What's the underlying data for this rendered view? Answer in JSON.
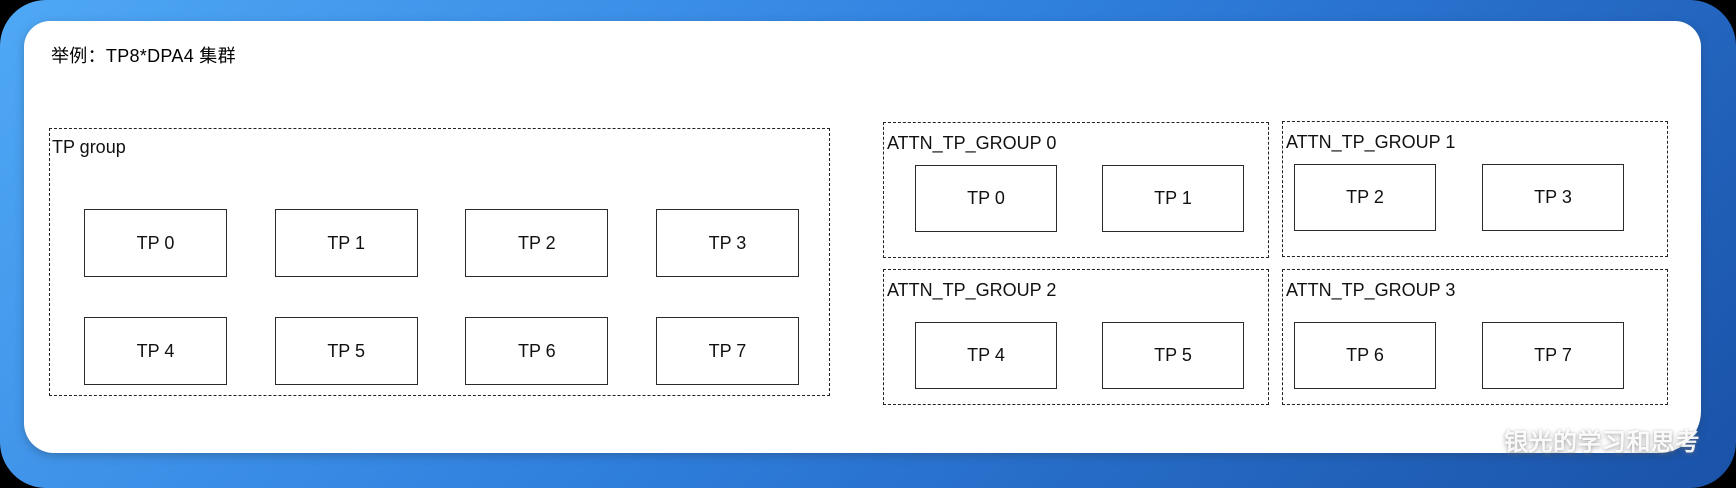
{
  "title": "举例：TP8*DPA4 集群",
  "watermark": "银光的学习和思考",
  "colors": {
    "frame_gradient_start": "#4fa8f5",
    "frame_gradient_mid": "#2f7fdd",
    "frame_gradient_end": "#1a52a8",
    "card_bg": "#ffffff",
    "box_border": "#2b2b2b",
    "dashed_border": "#222222",
    "text": "#111111"
  },
  "tp_group": {
    "label": "TP group",
    "rows": [
      [
        "TP 0",
        "TP 1",
        "TP 2",
        "TP 3"
      ],
      [
        "TP 4",
        "TP 5",
        "TP 6",
        "TP 7"
      ]
    ]
  },
  "attn_groups": [
    {
      "label": "ATTN_TP_GROUP 0",
      "units": [
        "TP 0",
        "TP 1"
      ]
    },
    {
      "label": "ATTN_TP_GROUP 1",
      "units": [
        "TP 2",
        "TP 3"
      ]
    },
    {
      "label": "ATTN_TP_GROUP 2",
      "units": [
        "TP 4",
        "TP 5"
      ]
    },
    {
      "label": "ATTN_TP_GROUP 3",
      "units": [
        "TP 6",
        "TP 7"
      ]
    }
  ]
}
